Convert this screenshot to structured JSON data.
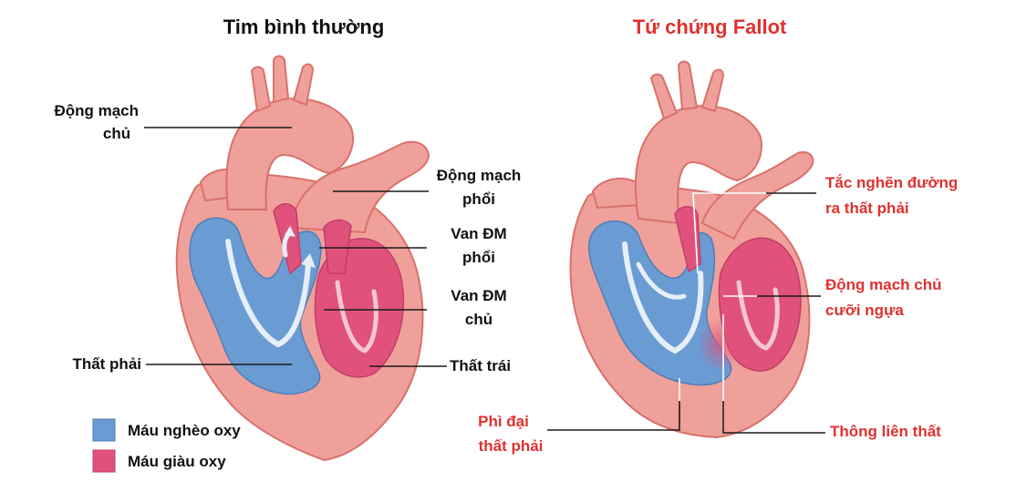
{
  "normal": {
    "title": "Tim bình thường",
    "labels": {
      "aorta_l1": "Động mạch",
      "aorta_l2": "chủ",
      "pulm_artery_l1": "Động mạch",
      "pulm_artery_l2": "phổi",
      "pulm_valve_l1": "Van ĐM",
      "pulm_valve_l2": "phổi",
      "aortic_valve_l1": "Van ĐM",
      "aortic_valve_l2": "chủ",
      "right_ventricle": "Thất phải",
      "left_ventricle": "Thất trái"
    }
  },
  "fallot": {
    "title": "Tứ chứng Fallot",
    "labels": {
      "obstruction_l1": "Tắc nghẽn đường",
      "obstruction_l2": "ra thất phải",
      "overriding_l1": "Động mạch chủ",
      "overriding_l2": "cưỡi ngựa",
      "hypertrophy_l1": "Phì đại",
      "hypertrophy_l2": "thất phải",
      "vsd": "Thông liên thất"
    }
  },
  "legend": {
    "deoxygenated": "Máu nghèo oxy",
    "oxygenated": "Máu giàu oxy"
  },
  "colors": {
    "muscle": "#f0a09a",
    "muscle_dark": "#d9716b",
    "deoxygenated": "#6a9bd2",
    "oxygenated": "#e0527c",
    "title_red": "#e0312f"
  }
}
